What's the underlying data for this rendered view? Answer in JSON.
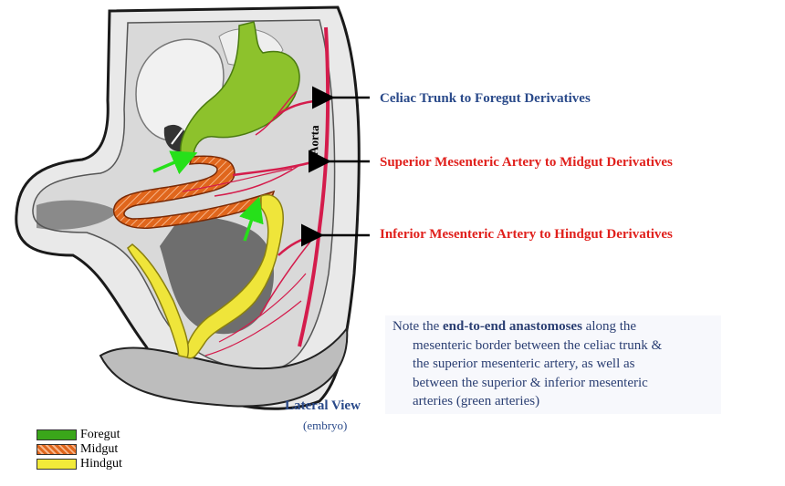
{
  "colors": {
    "foregut": "#8dc22c",
    "midgut": "#e0661c",
    "hindgut": "#efe53a",
    "artery": "#d41c4c",
    "label_blue": "#2a4a8a",
    "label_red": "#e0201c",
    "green_arrow": "#26e01a"
  },
  "diagram": {
    "aorta_label": "Aorta",
    "view_title": "Lateral View",
    "view_subtitle": "(embryo)"
  },
  "callouts": {
    "celiac": "Celiac Trunk to Foregut Derivatives",
    "sma": "Superior Mesenteric Artery to Midgut Derivatives",
    "ima": "Inferior Mesenteric Artery to Hindgut Derivatives"
  },
  "note": {
    "intro": "Note the ",
    "bold": "end-to-end anastomoses",
    "after_bold": " along the",
    "line2": "mesenteric border between the celiac trunk &",
    "line3": "the superior mesenteric artery, as well as",
    "line4": "between the superior & inferior mesenteric",
    "line5": "arteries (green arteries)"
  },
  "legend": [
    {
      "label": "Foregut",
      "color": "#3aa61a",
      "icon": "solid-swatch"
    },
    {
      "label": "Midgut",
      "color": "#e0661c",
      "icon": "hatched-swatch"
    },
    {
      "label": "Hindgut",
      "color": "#f2ea3a",
      "icon": "solid-swatch"
    }
  ]
}
